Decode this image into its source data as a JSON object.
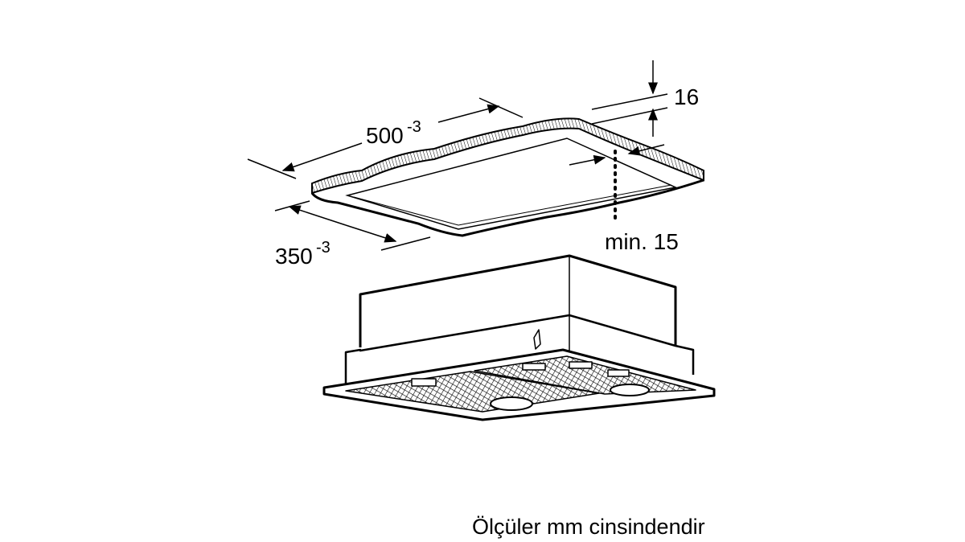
{
  "diagram": {
    "dimensions": {
      "width": {
        "value": "500",
        "tolerance": "-3"
      },
      "depth": {
        "value": "350",
        "tolerance": "-3"
      },
      "thickness": {
        "value": "16"
      },
      "min_edge": {
        "value": "min. 15"
      }
    },
    "caption": "Ölçüler mm cinsindendir"
  }
}
